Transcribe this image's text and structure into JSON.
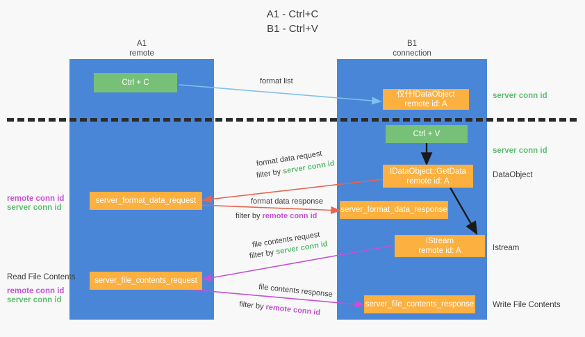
{
  "title": "A1 - Ctrl+C\nB1 - Ctrl+V",
  "lanes": {
    "a": {
      "name": "A1",
      "sub": "remote",
      "label": "A1\nremote"
    },
    "b": {
      "name": "B1",
      "sub": "connection",
      "label": "B1\nconnection"
    }
  },
  "boxes": {
    "ctrl_c": "Ctrl + C",
    "ctrl_v": "Ctrl + V",
    "idataobject": "仅什IDataObject\nremote id: A",
    "getdata": "IDataObject::GetData\nremote id: A",
    "istream": "IStream\nremote id: A",
    "format_data_request": "server_format_data_request",
    "format_data_response": "server_format_data_response",
    "file_contents_request": "server_file_contents_request",
    "file_contents_response": "server_file_contents_response"
  },
  "right_labels": {
    "server_conn_id_1": "server conn id",
    "server_conn_id_2": "server conn id",
    "dataobject": "DataObject",
    "istream": "Istream",
    "write_file_contents": "Write File Contents"
  },
  "left_labels": {
    "remote_conn_id_1": "remote conn id",
    "server_conn_id_1": "server conn id",
    "read_file_contents": "Read File Contents",
    "remote_conn_id_2": "remote conn id",
    "server_conn_id_2": "server conn id"
  },
  "edges": {
    "format_list": "format list",
    "format_data_request": "format data request",
    "format_data_request_filter_pre": "filter by ",
    "format_data_request_filter_key": "server conn id",
    "format_data_response": "format data response",
    "format_data_response_filter_pre": "filter by ",
    "format_data_response_filter_key": "remote conn id",
    "file_contents_request": "file contents request",
    "file_contents_request_filter_pre": "filter by ",
    "file_contents_request_filter_key": "server conn id",
    "file_contents_response": "file contents response",
    "file_contents_response_filter_pre": "filter by ",
    "file_contents_response_filter_key": "remote conn id"
  },
  "colors": {
    "lane": "#4a86d8",
    "green_box": "#77c077",
    "orange_box": "#fbb040",
    "green_text": "#5fbd72",
    "magenta_text": "#c552d4",
    "arrow_lightblue": "#7fc0ec",
    "arrow_red": "#e8644f",
    "arrow_magenta": "#c552d4",
    "arrow_black": "#1a1a1a",
    "background": "#f8f8f8"
  }
}
